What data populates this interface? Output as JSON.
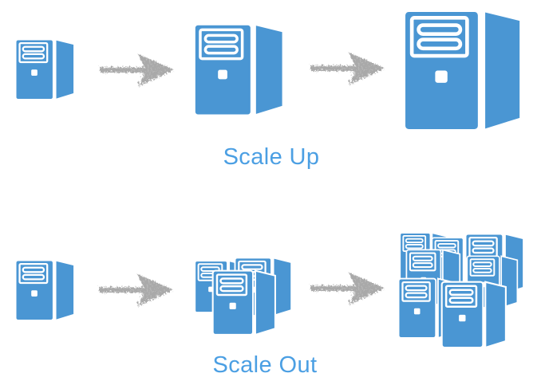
{
  "scale_up": {
    "label": "Scale Up",
    "sequence": [
      "small-server",
      "arrow-right",
      "medium-server",
      "arrow-right",
      "large-server"
    ]
  },
  "scale_out": {
    "label": "Scale Out",
    "sequence": [
      "single-server",
      "arrow-right",
      "cluster-of-3-servers",
      "arrow-right",
      "cluster-of-7-servers"
    ]
  },
  "colors": {
    "server_blue": "#4A96D3",
    "label_blue": "#4B9FE3",
    "arrow_gray": "#A9A9A9",
    "background": "#FFFFFF"
  },
  "icons": {
    "server": "server-icon",
    "arrow": "arrow-right-icon"
  }
}
